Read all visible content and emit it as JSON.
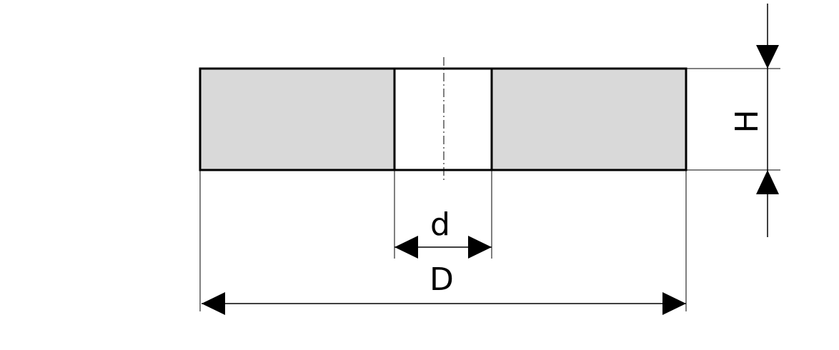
{
  "diagram": {
    "labels": {
      "height": "H",
      "bore_diameter": "d",
      "outer_diameter": "D"
    },
    "colors": {
      "body_fill": "#d9d9d9",
      "stroke": "#000000"
    }
  }
}
